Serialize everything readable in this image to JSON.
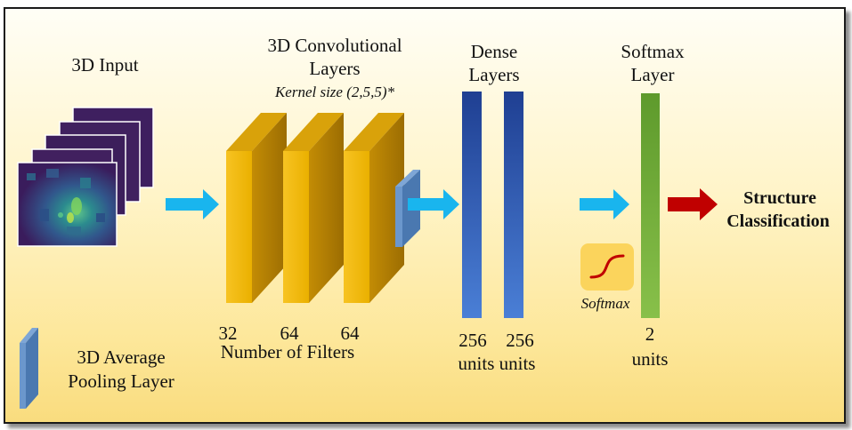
{
  "input": {
    "title": "3D Input"
  },
  "conv": {
    "title_line1": "3D Convolutional",
    "title_line2": "Layers",
    "kernel_note": "Kernel size (2,5,5)*",
    "filters": [
      "32",
      "64",
      "64"
    ],
    "filters_caption": "Number of Filters"
  },
  "dense": {
    "title_line1": "Dense",
    "title_line2": "Layers",
    "units": [
      "256",
      "256"
    ],
    "units_caption": "units units"
  },
  "softmax": {
    "title_line1": "Softmax",
    "title_line2": "Layer",
    "function_label": "Softmax",
    "units": "2",
    "units_caption": "units"
  },
  "output": {
    "line1": "Structure",
    "line2": "Classification"
  },
  "legend": {
    "line1": "3D Average",
    "line2": "Pooling Layer"
  },
  "colors": {
    "conv_block": "#f2b705",
    "pooling": "#5b8cc6",
    "dense": "#2f58b3",
    "softmax_bar": "#6fa53a",
    "flow_arrow": "#19b5ee",
    "output_arrow": "#c00000",
    "sigmoid_curve": "#c00000"
  }
}
